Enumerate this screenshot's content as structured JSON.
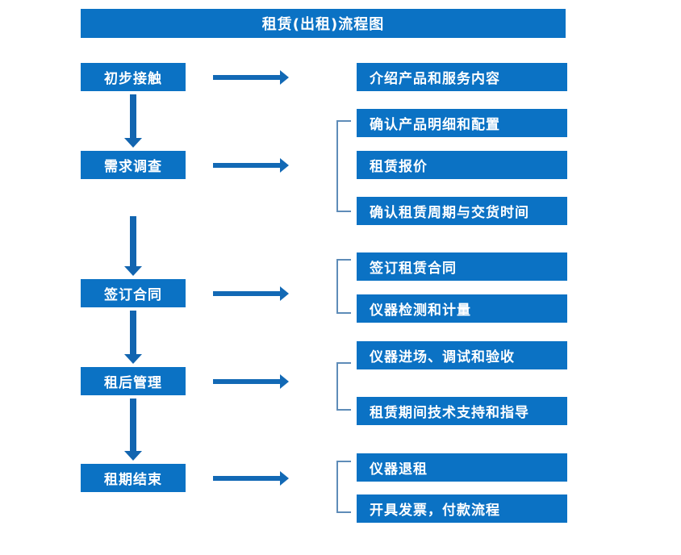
{
  "document": {
    "title": "租赁(出租)流程图"
  },
  "colors": {
    "box_blue": "#0B72C4",
    "arrow_blue": "#1269B5",
    "bracket_blue": "#5E8CB8",
    "text_white": "#FFFFFF",
    "background": "#FFFFFF"
  },
  "stages": [
    {
      "label": "初步接触"
    },
    {
      "label": "需求调查"
    },
    {
      "label": "签订合同"
    },
    {
      "label": "租后管理"
    },
    {
      "label": "租期结束"
    }
  ],
  "details": [
    {
      "label": "介绍产品和服务内容"
    },
    {
      "label": "确认产品明细和配置"
    },
    {
      "label": "租赁报价"
    },
    {
      "label": "确认租赁周期与交货时间"
    },
    {
      "label": "签订租赁合同"
    },
    {
      "label": "仪器检测和计量"
    },
    {
      "label": "仪器进场、调试和验收"
    },
    {
      "label": "租赁期间技术支持和指导"
    },
    {
      "label": "仪器退租"
    },
    {
      "label": "开具发票，付款流程"
    }
  ],
  "connectors": {
    "stage_to_detail_arrows": 5,
    "stage_chain_arrows": 4,
    "group_brackets": 4
  }
}
